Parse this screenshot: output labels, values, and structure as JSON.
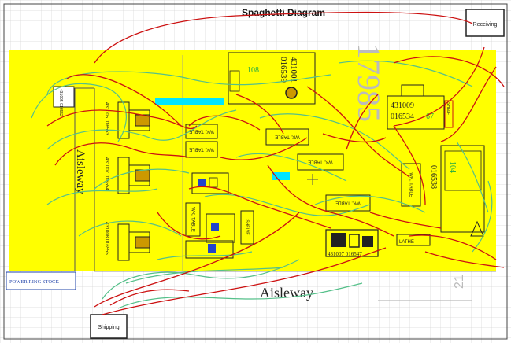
{
  "title": "Spaghetti Diagram",
  "receiving": "Receiving",
  "shipping": "Shipping",
  "power_ring_stock": "POWER RING STOCK",
  "aisleway_left": "Aisleway",
  "aisleway_bottom": "Aisleway",
  "machine_108": "108",
  "machine_108_id_a": "431001",
  "machine_108_id_b": "016539",
  "machine_67": "67",
  "machine_67_id_a": "431009",
  "machine_67_id_b": "016534",
  "machine_67_tag": "SHELF",
  "machine_104": "104",
  "machine_104_id": "016538",
  "wk_table": "WK. TABLE",
  "shelve": "SHELVE",
  "lathe": "LATHE",
  "left_unit_ids": [
    "431005 016553",
    "431007 016554",
    "431008 016555"
  ],
  "wall_tag": "431005 016552",
  "bottom_id": "431007 016547",
  "vertical_mark": "17985",
  "ruler": "21",
  "colors": {
    "floor": "#ffff00",
    "flow_red": "#cc1111",
    "flow_green": "#55c08a",
    "cyan": "#00e5ff",
    "grid": "#d6d6d6"
  }
}
